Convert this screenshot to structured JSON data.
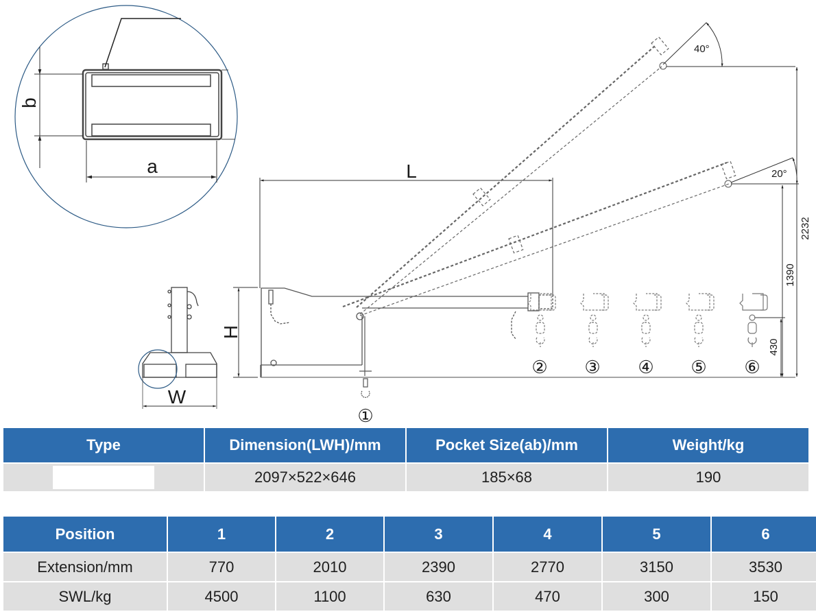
{
  "diagram": {
    "labels": {
      "a": "a",
      "b": "b",
      "L": "L",
      "H": "H",
      "W": "W",
      "angle_high": "40°",
      "angle_low": "20°",
      "height_max": "2232",
      "height_mid": "1390",
      "height_hook": "430"
    },
    "positions": [
      "①",
      "②",
      "③",
      "④",
      "⑤",
      "⑥"
    ]
  },
  "spec_table": {
    "headers": [
      "Type",
      "Dimension(LWH)/mm",
      "Pocket Size(ab)/mm",
      "Weight/kg"
    ],
    "row": {
      "type": "",
      "dimension": "2097×522×646",
      "pocket_size": "185×68",
      "weight": "190"
    }
  },
  "position_table": {
    "header_label": "Position",
    "positions": [
      "1",
      "2",
      "3",
      "4",
      "5",
      "6"
    ],
    "rows": [
      {
        "label": "Extension/mm",
        "values": [
          "770",
          "2010",
          "2390",
          "2770",
          "3150",
          "3530"
        ]
      },
      {
        "label": "SWL/kg",
        "values": [
          "4500",
          "1100",
          "630",
          "470",
          "300",
          "150"
        ]
      }
    ]
  },
  "colors": {
    "header_bg": "#2d6daf",
    "row_bg": "#dfdfdf",
    "detail_circle": "#2c5a85"
  }
}
